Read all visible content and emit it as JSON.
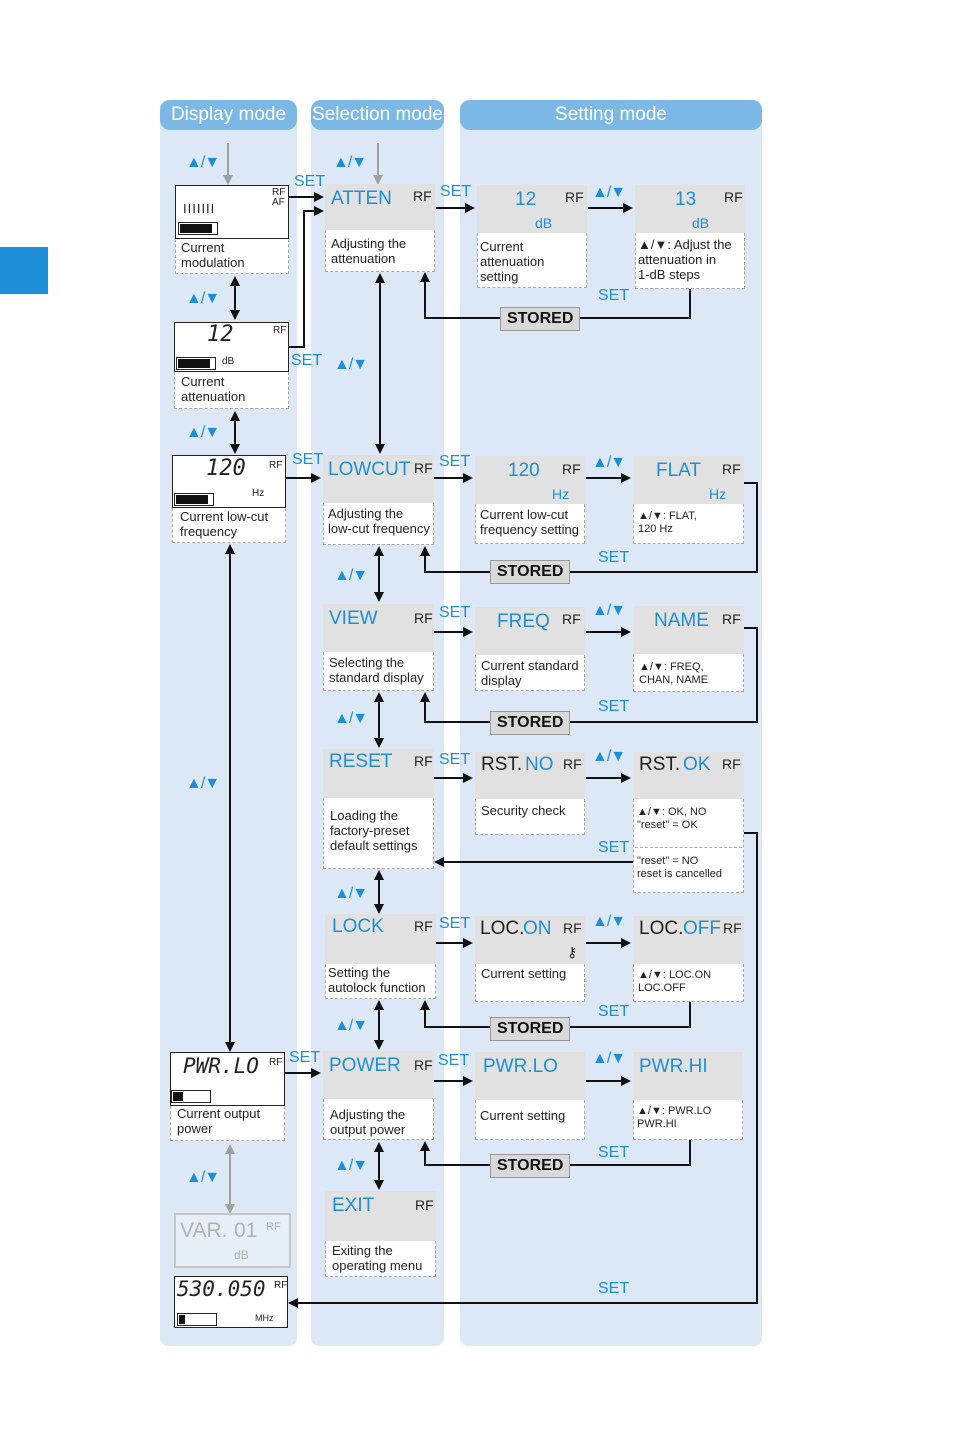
{
  "headers": {
    "display": "Display mode",
    "selection": "Selection mode",
    "setting": "Setting mode"
  },
  "updown": "▲/▼",
  "set": "SET",
  "stored": "STORED",
  "rf": "RF",
  "display": {
    "mod": {
      "rf": "RF",
      "af": "AF",
      "bars": "IIIIIII",
      "desc": "Current\nmodulation"
    },
    "att": {
      "value": "12",
      "unit": "dB",
      "rf": "RF",
      "desc": "Current\nattenuation"
    },
    "lowcut": {
      "value": "120",
      "unit": "Hz",
      "rf": "RF",
      "desc": "Current low-cut\nfrequency"
    },
    "power": {
      "value": "PWR.LO",
      "rf": "RF",
      "desc": "Current output\npower"
    },
    "var": {
      "label": "VAR.",
      "value": "01",
      "rf": "RF",
      "unit": "dB"
    },
    "freq": {
      "value": "530.050",
      "rf": "RF",
      "unit": "MHz"
    }
  },
  "selection": {
    "atten": {
      "title": "ATTEN",
      "desc": "Adjusting the\nattenuation"
    },
    "lowcut": {
      "title": "LOWCUT",
      "desc": "Adjusting the\nlow-cut frequency"
    },
    "view": {
      "title": "VIEW",
      "desc": "Selecting the\nstandard display"
    },
    "reset": {
      "title": "RESET",
      "desc": "Loading the\nfactory-preset\ndefault settings"
    },
    "lock": {
      "title": "LOCK",
      "desc": "Setting the\nautolock function"
    },
    "power": {
      "title": "POWER",
      "desc": "Adjusting the\noutput power"
    },
    "exit": {
      "title": "EXIT",
      "desc": "Exiting the\noperating menu"
    }
  },
  "setting": {
    "att_a": {
      "title": "12",
      "unit": "dB",
      "desc": "Current\nattenuation\nsetting"
    },
    "att_b": {
      "title": "13",
      "unit": "dB",
      "desc": "▲/▼: Adjust the\nattenuation in\n1-dB steps"
    },
    "lc_a": {
      "title": "120",
      "unit": "Hz",
      "desc": "Current low-cut\nfrequency setting"
    },
    "lc_b": {
      "title": "FLAT",
      "unit": "Hz",
      "desc": "▲/▼: FLAT,\n120 Hz"
    },
    "view_a": {
      "title": "FREQ",
      "desc": "Current standard\ndisplay"
    },
    "view_b": {
      "title": "NAME",
      "desc": "▲/▼:  FREQ,\nCHAN, NAME"
    },
    "reset_a": {
      "title_black": "RST.",
      "title_blue": "NO",
      "desc": "Security check"
    },
    "reset_b": {
      "title_black": "RST.",
      "title_blue": "OK",
      "desc1": "▲/▼:  OK, NO\n\"reset\" = OK",
      "desc2": "\"reset\" = NO\nreset is cancelled"
    },
    "lock_a": {
      "title_black": "LOC.",
      "title_blue": "ON",
      "desc": "Current setting"
    },
    "lock_b": {
      "title_black": "LOC.",
      "title_blue": "OFF",
      "desc": "▲/▼:  LOC.ON\nLOC.OFF"
    },
    "pow_a": {
      "title": "PWR.LO",
      "desc": "Current setting"
    },
    "pow_b": {
      "title": "PWR.HI",
      "desc": "▲/▼:  PWR.LO\nPWR.HI"
    }
  }
}
